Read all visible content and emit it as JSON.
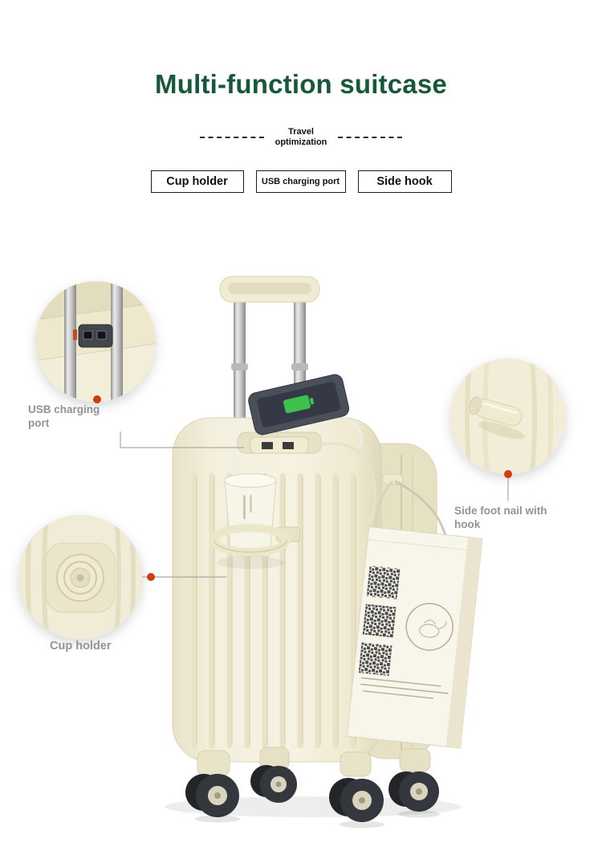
{
  "header": {
    "title": "Multi-function suitcase",
    "subtitle_line1": "Travel",
    "subtitle_line2": "optimization"
  },
  "features": [
    {
      "label": "Cup holder"
    },
    {
      "label": "USB charging port"
    },
    {
      "label": "Side hook"
    }
  ],
  "callouts": {
    "usb_label": "USB charging\nport",
    "hook_label": "Side foot nail with\nhook",
    "cup_label": "Cup holder"
  },
  "icons": {
    "usb_zoom": "usb-charging-port-zoom-icon",
    "hook_zoom": "side-hook-zoom-icon",
    "cup_zoom": "cup-holder-zoom-icon",
    "battery": "phone-charging-battery-icon",
    "qr": "qr-code-icon"
  },
  "colors": {
    "title_green": "#17573a",
    "suitcase_cream": "#f2eedb",
    "suitcase_shadow_cream": "#ddd7b8",
    "label_gray": "#939393",
    "marker_red": "#cf3c12",
    "phone_screen_green": "#3ec24e",
    "handle_silver": "#c9c9c9"
  }
}
